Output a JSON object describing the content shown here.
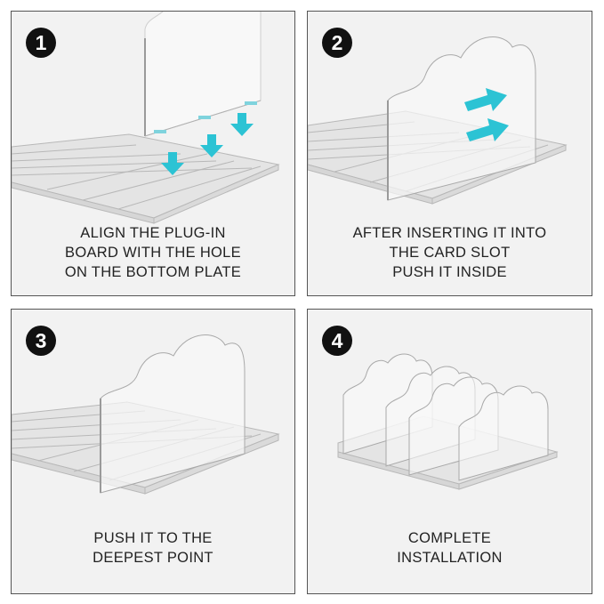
{
  "steps": [
    {
      "number": "1",
      "caption_lines": [
        "ALIGN THE PLUG-IN",
        "BOARD WITH THE HOLE",
        "ON THE BOTTOM PLATE"
      ]
    },
    {
      "number": "2",
      "caption_lines": [
        "AFTER INSERTING IT INTO",
        "THE CARD SLOT",
        "PUSH IT INSIDE"
      ]
    },
    {
      "number": "3",
      "caption_lines": [
        "PUSH IT TO THE",
        "DEEPEST POINT"
      ]
    },
    {
      "number": "4",
      "caption_lines": [
        "COMPLETE",
        "INSTALLATION"
      ]
    }
  ],
  "colors": {
    "arrow": "#2cc3d4",
    "panel_background": "#f2f2f2",
    "badge": "#111111"
  },
  "icons": [
    "arrow-down-icon",
    "arrow-right-icon"
  ]
}
